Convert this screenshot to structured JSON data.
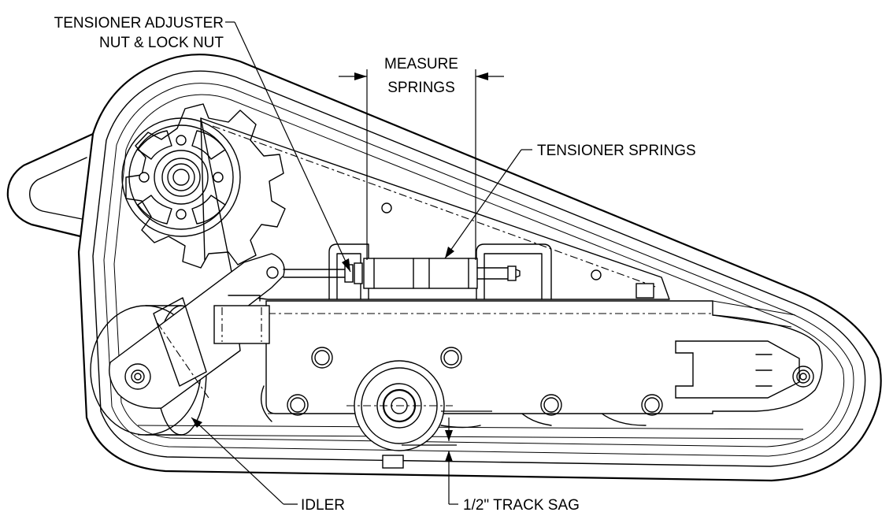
{
  "labels": {
    "tensioner_adjuster_line1": "TENSIONER ADJUSTER",
    "tensioner_adjuster_line2": "NUT & LOCK NUT",
    "measure_line1": "MEASURE",
    "measure_line2": "SPRINGS",
    "tensioner_springs": "TENSIONER SPRINGS",
    "idler": "IDLER",
    "track_sag": "1/2\" TRACK SAG"
  }
}
